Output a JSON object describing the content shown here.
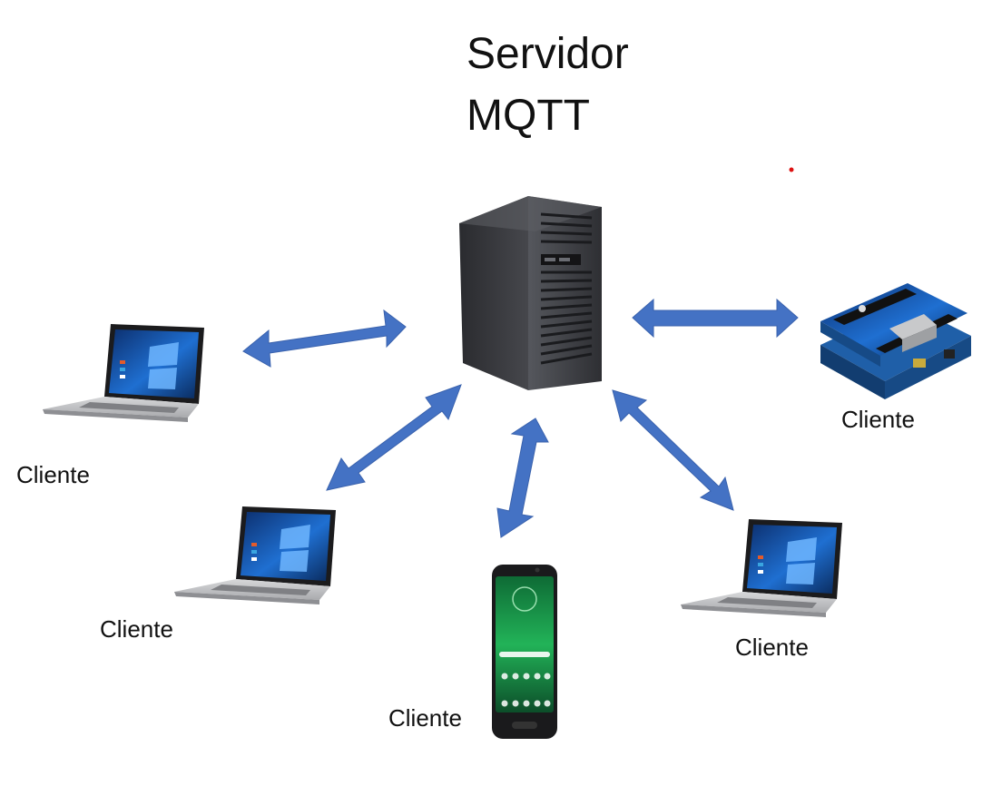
{
  "title": {
    "line1": "Servidor",
    "line2": "MQTT"
  },
  "nodes": {
    "server": {
      "icon": "server-tower-icon"
    },
    "laptop_left": {
      "label": "Cliente",
      "icon": "laptop-icon"
    },
    "laptop_bottom_left": {
      "label": "Cliente",
      "icon": "laptop-icon"
    },
    "phone": {
      "label": "Cliente",
      "icon": "smartphone-icon"
    },
    "laptop_bottom_right": {
      "label": "Cliente",
      "icon": "laptop-icon"
    },
    "arduino": {
      "label": "Cliente",
      "icon": "arduino-ethernet-board-icon"
    }
  },
  "colors": {
    "arrow": "#4472C4",
    "server_body": "#3a3b40",
    "screen": "#1f6fd1",
    "phone_screen": "#1ea050",
    "board": "#2a6bb8"
  }
}
